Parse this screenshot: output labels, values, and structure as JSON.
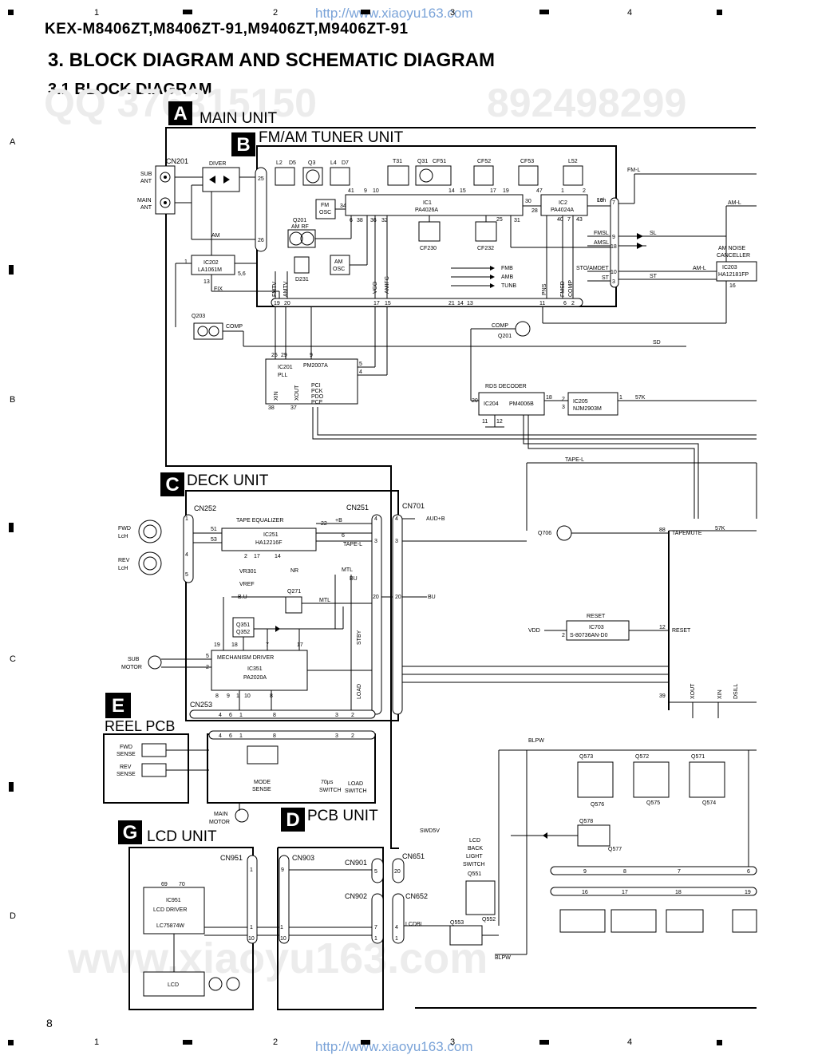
{
  "header": {
    "model": "KEX-M8406ZT,M8406ZT-91,M9406ZT,M9406ZT-91",
    "section_title": "3. BLOCK DIAGRAM AND SCHEMATIC DIAGRAM",
    "subsection_title": "3.1 BLOCK DIAGRAM",
    "url": "http://www.xiaoyu163.com",
    "watermark_qq": "QQ 376315150",
    "watermark_num": "892498299",
    "watermark_www": "www.xiaoyu163.com"
  },
  "grid": {
    "columns": [
      "1",
      "2",
      "3",
      "4"
    ],
    "rows": [
      "A",
      "B",
      "C",
      "D"
    ]
  },
  "footer": {
    "page_number": "8",
    "url": "http://www.xiaoyu163.com"
  },
  "units": {
    "A": {
      "letter": "A",
      "name": "MAIN UNIT"
    },
    "B": {
      "letter": "B",
      "name": "FM/AM TUNER UNIT"
    },
    "C": {
      "letter": "C",
      "name": "DECK UNIT"
    },
    "D": {
      "letter": "D",
      "name": "PCB UNIT"
    },
    "E": {
      "letter": "E",
      "name": "REEL PCB"
    },
    "G": {
      "letter": "G",
      "name": "LCD UNIT"
    }
  },
  "tuner": {
    "cn201": "CN201",
    "diver": "DIVER",
    "sub_ant": "SUB",
    "sub_ant2": "ANT",
    "main_ant": "MAIN",
    "main_ant2": "ANT",
    "am": "AM",
    "ic202_1": "IC202",
    "ic202_2": "LA1061M",
    "fix": "FIX",
    "q203": "Q203",
    "comp": "COMP",
    "l2": "L2",
    "d5": "D5",
    "q3": "Q3",
    "l4": "L4",
    "d7": "D7",
    "t31": "T31",
    "q31": "Q31",
    "cf51": "CF51",
    "cf52": "CF52",
    "cf53": "CF53",
    "l52": "L52",
    "ic1_1": "IC1",
    "ic1_2": "PA4026A",
    "ic2_1": "IC2",
    "ic2_2": "PA4024A",
    "fm_osc_1": "FM",
    "fm_osc_2": "OSC",
    "q201_1": "Q201",
    "q201_2": "AM RF",
    "cf230": "CF230",
    "cf232": "CF232",
    "am_osc_1": "AM",
    "am_osc_2": "OSC",
    "d231": "D231",
    "fmb": "FMB",
    "amb": "AMB",
    "tunb": "TUNB",
    "fmtv": "FMTV",
    "amtv": "AMTV",
    "vco": "VCO",
    "amifc": "AMIFC",
    "pns": "PNS",
    "fmsd": "FMSD",
    "comp2": "COMP",
    "fm_l": "FM-L",
    "am_l": "AM-L",
    "lch": "Lch",
    "fmsl": "FMSL",
    "amsl": "AMSL",
    "sl": "SL",
    "sto": "STO/AMDET",
    "st": "ST",
    "st2": "ST",
    "sd": "SD",
    "q201b": "Q201",
    "am_noise_1": "AM NOISE",
    "am_noise_2": "CANCELLER",
    "ic203_1": "IC203",
    "ic203_2": "HA12181FP",
    "ic201_1": "IC201",
    "ic201_2": "PLL",
    "ic201_3": "PM2007A",
    "xin": "XIN",
    "xout": "XOUT",
    "pci": "PCI",
    "pck": "PCK",
    "pdo": "PDO",
    "pce": "PCE",
    "rds": "RDS DECODER",
    "ic204_1": "IC204",
    "ic204_2": "PM4006B",
    "ic205_1": "IC205",
    "ic205_2": "NJM2903M",
    "k57": "57K",
    "k57b": "57K",
    "tape_l": "TAPE-L"
  },
  "deck": {
    "cn252": "CN252",
    "tape_eq": "TAPE EQUALIZER",
    "ic251_1": "IC251",
    "ic251_2": "HA12216F",
    "cn251": "CN251",
    "cn701": "CN701",
    "aud": "AUD+B",
    "b_plus": "+B",
    "tape_l2": "TAPE-L",
    "fwd_1": "FWD",
    "fwd_2": "LcH",
    "rev_1": "REV",
    "rev_2": "LcH",
    "vr301": "VR301",
    "vref": "VREF",
    "bu_label": "B.U",
    "nr": "NR",
    "mtl": "MTL",
    "mtl2": "MTL",
    "bu": "BU",
    "bu2": "BU",
    "q271": "Q271",
    "q351": "Q351",
    "q352": "Q352",
    "stby": "STBY",
    "mech_1": "MECHANISM DRIVER",
    "mech_2": "IC351",
    "mech_3": "PA2020A",
    "sub_motor_1": "SUB",
    "sub_motor_2": "MOTOR",
    "load": "LOAD",
    "cn253": "CN253",
    "q706": "Q706",
    "tapemute": "TAPEMUTE",
    "reset": "RESET",
    "ic703_1": "IC703",
    "ic703_2": "S-80736AN-D0",
    "vdd": "VDD",
    "reset2": "RESET",
    "xout2": "XOUT",
    "xin2": "XIN",
    "dsill": "DSILL"
  },
  "reel": {
    "fwd_sense_1": "FWD",
    "fwd_sense_2": "SENSE",
    "rev_sense_1": "REV",
    "rev_sense_2": "SENSE",
    "mode_1": "MODE",
    "mode_2": "SENSE",
    "sw70_1": "70µs",
    "sw70_2": "SWITCH",
    "load_1": "LOAD",
    "load_2": "SWITCH",
    "main_motor_1": "MAIN",
    "main_motor_2": "MOTOR"
  },
  "lcd": {
    "cn951": "CN951",
    "cn903": "CN903",
    "cn901": "CN901",
    "cn902": "CN902",
    "cn651": "CN651",
    "cn652": "CN652",
    "ic951_1": "IC951",
    "ic951_2": "LCD DRIVER",
    "ic951_3": "LC75874W",
    "lcd_box": "LCD",
    "swd5v": "SWD5V",
    "lcd_back_1": "LCD",
    "lcd_back_2": "BACK",
    "lcd_back_3": "LIGHT",
    "lcd_back_4": "SWITCH",
    "q551": "Q551",
    "q552": "Q552",
    "q553": "Q553",
    "lcdbl": "LCDBL",
    "blpw": "BLPW",
    "blpw2": "BLPW",
    "q573": "Q573",
    "q572": "Q572",
    "q571": "Q571",
    "q576": "Q576",
    "q575": "Q575",
    "q574": "Q574",
    "q578": "Q578",
    "q577": "Q577"
  },
  "pins": {
    "p_25": "25",
    "p_26": "26",
    "p_41": "41",
    "p_9": "9",
    "p_10": "10",
    "p_14": "14",
    "p_15": "15",
    "p_17": "17",
    "p_19": "19",
    "p_30": "30",
    "p_28": "28",
    "p_47": "47",
    "p_1": "1",
    "p_2": "2",
    "p_40": "40",
    "p_7": "7",
    "p_43": "43",
    "p_34": "34",
    "p_6": "6",
    "p_38": "38",
    "p_36": "36",
    "p_32": "32",
    "p_31": "31",
    "p_20": "20",
    "p_21": "21",
    "p_13": "13",
    "p_11": "11",
    "p_18": "18",
    "p_3": "3",
    "p_16": "16",
    "p_56": "5,6",
    "p_29": "29",
    "p_4": "4",
    "p_5": "5",
    "p_37": "37",
    "p_12": "12",
    "p_22": "22",
    "p_51": "51",
    "p_53": "53",
    "p_8": "8",
    "p_88": "88",
    "p_39": "39",
    "p_69": "69",
    "p_70": "70",
    "p_n1": "1",
    "p_n10": "10",
    "p_n9": "9"
  },
  "bottom_row": {
    "nums_top": [
      "9",
      "8",
      "7",
      "6"
    ],
    "nums_bot": [
      "16",
      "17",
      "18",
      "19"
    ]
  }
}
